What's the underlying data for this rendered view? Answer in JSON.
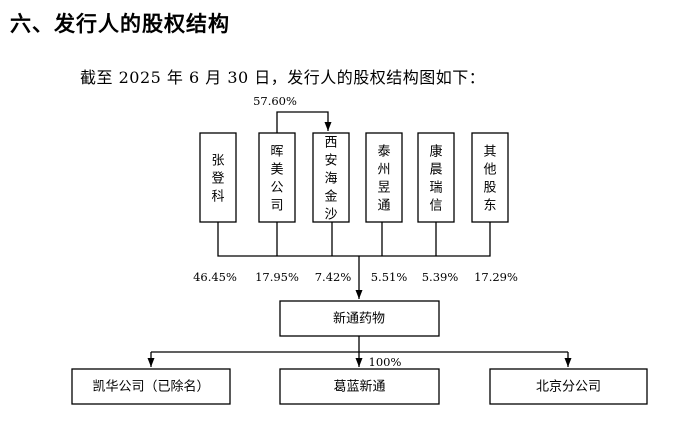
{
  "section_title": "六、发行人的股权结构",
  "intro": "截至 2025 年 6 月 30 日，发行人的股权结构图如下：",
  "shareholders": [
    {
      "name": "张登科",
      "pct": "46.45%"
    },
    {
      "name": "晖美公司",
      "pct": "17.95%"
    },
    {
      "name": "西安海金沙",
      "pct": "7.42%"
    },
    {
      "name": "泰州昱通",
      "pct": "5.51%"
    },
    {
      "name": "康晨瑞信",
      "pct": "5.39%"
    },
    {
      "name": "其他股东",
      "pct": "17.29%"
    }
  ],
  "control_link": {
    "from": "晖美公司",
    "to": "西安海金沙",
    "pct": "57.60%"
  },
  "company": "新通药物",
  "subsidiary_pct": "100%",
  "subsidiaries": [
    "凯华公司（已除名）",
    "葛蓝新通",
    "北京分公司"
  ]
}
